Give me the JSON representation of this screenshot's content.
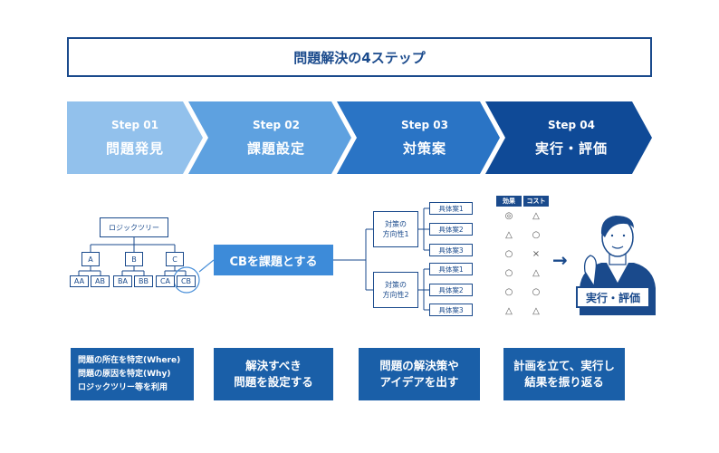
{
  "title": "問題解決の4ステップ",
  "steps": [
    {
      "num": "Step 01",
      "name": "問題発見",
      "color": "#92c1ec"
    },
    {
      "num": "Step 02",
      "name": "課題設定",
      "color": "#5ea1e0"
    },
    {
      "num": "Step 03",
      "name": "対策案",
      "color": "#2a74c5"
    },
    {
      "num": "Step 04",
      "name": "実行・評価",
      "color": "#0f4a97"
    }
  ],
  "tree": {
    "root": "ロジックツリー",
    "mid": [
      "A",
      "B",
      "C"
    ],
    "leaves": [
      "AA",
      "AB",
      "BA",
      "BB",
      "CA",
      "CB"
    ]
  },
  "cb_label": "CBを課題とする",
  "policies": [
    {
      "line1": "対策の",
      "line2": "方向性1"
    },
    {
      "line1": "対策の",
      "line2": "方向性2"
    }
  ],
  "plans": [
    "具体案1",
    "具体案2",
    "具体案3",
    "具体案1",
    "具体案2",
    "具体案3"
  ],
  "eval": {
    "headers": [
      "効果",
      "コスト"
    ],
    "effect": [
      "◎",
      "△",
      "○",
      "○",
      "○",
      "△"
    ],
    "cost": [
      "△",
      "○",
      "×",
      "△",
      "○",
      "△"
    ]
  },
  "exec_label": "実行・評価",
  "descriptions": {
    "d1": [
      "問題の所在を特定(Where)",
      "問題の原因を特定(Why)",
      "ロジックツリー等を利用"
    ],
    "d2": [
      "解決すべき",
      "問題を設定する"
    ],
    "d3": [
      "問題の解決策や",
      "アイデアを出す"
    ],
    "d4": [
      "計画を立て、実行し",
      "結果を振り返る"
    ]
  },
  "colors": {
    "primary": "#1a4a8c",
    "accent": "#3d8bd9",
    "desc_bg": "#1a5fa8"
  }
}
